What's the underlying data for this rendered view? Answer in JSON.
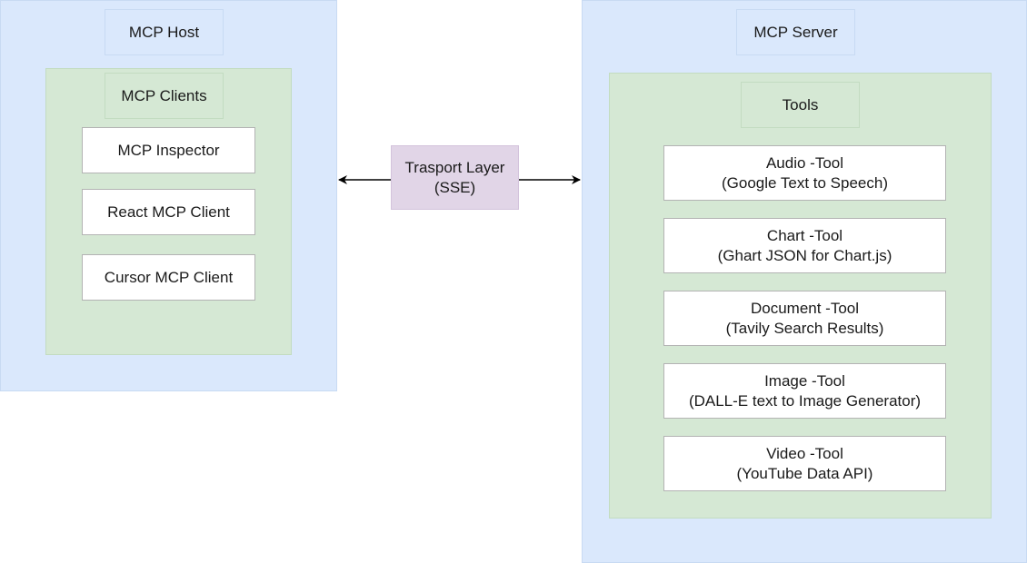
{
  "host": {
    "title": "MCP Host",
    "clients_title": "MCP Clients",
    "clients": [
      "MCP Inspector",
      "React MCP Client",
      "Cursor MCP Client"
    ]
  },
  "transport": {
    "line1": "Trasport Layer",
    "line2": "(SSE)"
  },
  "server": {
    "title": "MCP Server",
    "tools_title": "Tools",
    "tools": [
      {
        "name": "Audio -Tool",
        "desc": "(Google Text to Speech)"
      },
      {
        "name": "Chart -Tool",
        "desc": "(Ghart JSON for Chart.js)"
      },
      {
        "name": "Document -Tool",
        "desc": "(Tavily Search Results)"
      },
      {
        "name": "Image -Tool",
        "desc": "(DALL-E text to Image Generator)"
      },
      {
        "name": "Video -Tool",
        "desc": "(YouTube Data API)"
      }
    ]
  },
  "colors": {
    "container_blue": "#dae8fc",
    "group_green": "#d5e8d4",
    "transport_purple": "#e1d5e7",
    "arrow": "#000000"
  }
}
